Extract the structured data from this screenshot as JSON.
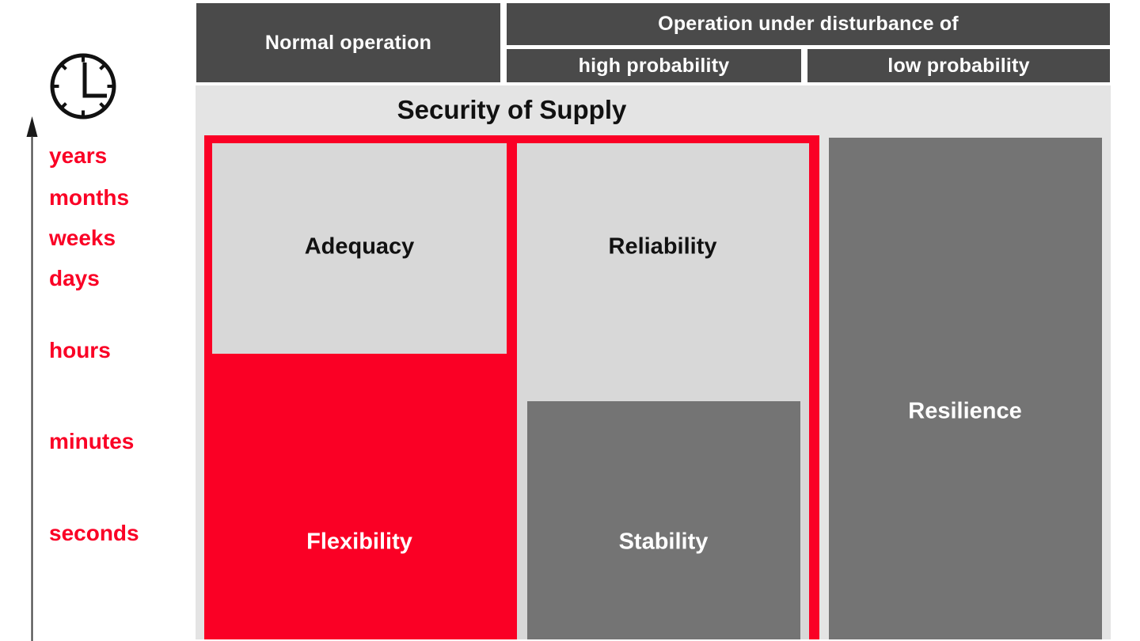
{
  "header": {
    "normal_operation": "Normal operation",
    "disturbance": "Operation under disturbance of",
    "high_probability": "high probability",
    "low_probability": "low probability"
  },
  "panel": {
    "title": "Security of Supply"
  },
  "boxes": {
    "adequacy": "Adequacy",
    "reliability": "Reliability",
    "flexibility": "Flexibility",
    "stability": "Stability",
    "resilience": "Resilience"
  },
  "time_axis": {
    "icon": "clock-icon",
    "labels": [
      "years",
      "months",
      "weeks",
      "days",
      "hours",
      "minutes",
      "seconds"
    ]
  },
  "colors": {
    "accent_red": "#FA0025",
    "header_dark_gray": "#4A4A4A",
    "box_mid_gray": "#747474",
    "panel_light_gray": "#E4E4E4",
    "inner_light_gray": "#D8D8D8",
    "label_red": "#FA0025"
  }
}
